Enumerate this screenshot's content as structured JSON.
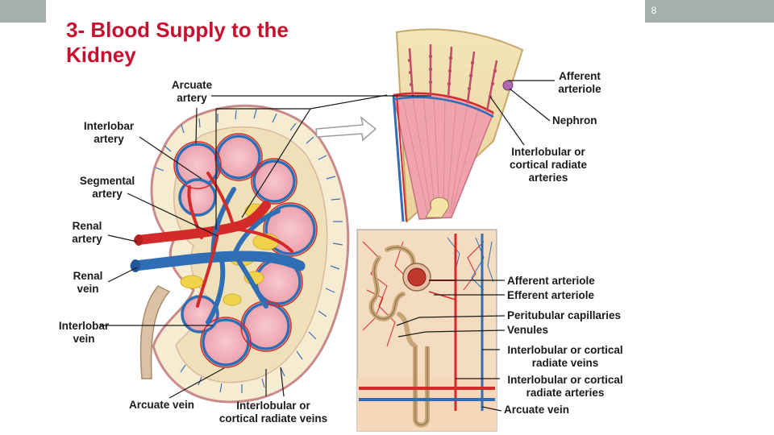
{
  "slide": {
    "number": "8",
    "title": "3- Blood Supply to the Kidney"
  },
  "colors": {
    "title": "#c8102e",
    "artery": "#d42a2a",
    "vein": "#2f6db5",
    "bar": "#a4b0ab"
  },
  "labels": {
    "arcuate_artery": "Arcuate\nartery",
    "interlobar_artery": "Interlobar\nartery",
    "segmental_artery": "Segmental\nartery",
    "renal_artery": "Renal\nartery",
    "renal_vein": "Renal\nvein",
    "interlobar_vein": "Interlobar\nvein",
    "arcuate_vein_left": "Arcuate vein",
    "interlobular_veins": "Interlobular or\ncortical radiate  veins",
    "afferent_arteriole_top": "Afferent\narteriole",
    "nephron": "Nephron",
    "interlobular_arteries_top": "Interlobular or\ncortical radiate\narteries",
    "afferent_arteriole": "Afferent arteriole",
    "efferent_arteriole": "Efferent arteriole",
    "peritubular_capillaries": "Peritubular capillaries",
    "venules": "Venules",
    "interlobular_cortical_veins": "Interlobular or cortical\nradiate veins",
    "interlobular_cortical_arteries": "Interlobular or cortical\nradiate arteries",
    "arcuate_vein_right": "Arcuate vein"
  }
}
